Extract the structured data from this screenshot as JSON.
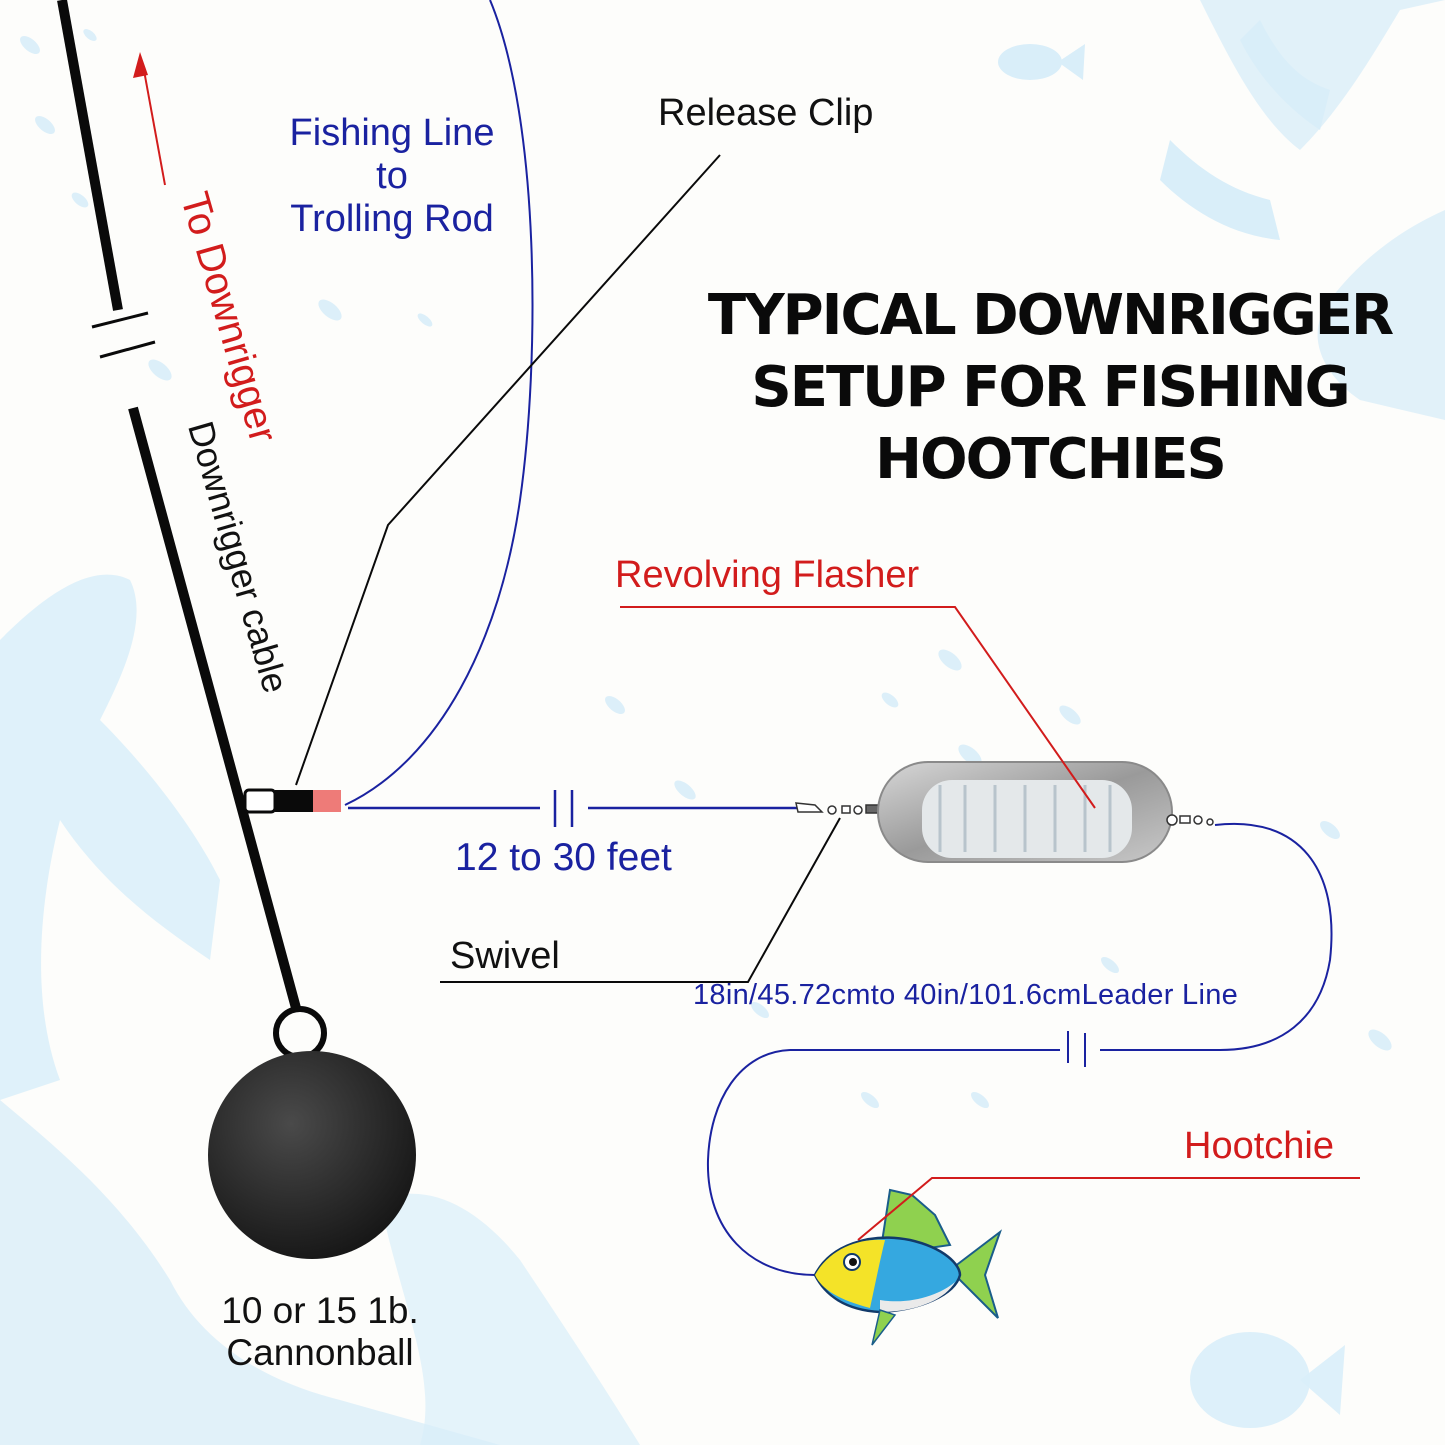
{
  "title": {
    "line1": "TYPICAL DOWNRIGGER",
    "line2": "SETUP FOR FISHING",
    "line3": "HOOTCHIES"
  },
  "labels": {
    "release_clip": "Release Clip",
    "fishing_line_1": "Fishing Line",
    "fishing_line_2": "to",
    "fishing_line_3": "Trolling Rod",
    "to_downrigger": "To Downrigger",
    "downrigger_cable": "Downrigger cable",
    "distance": "12 to 30 feet",
    "swivel": "Swivel",
    "revolving_flasher": "Revolving Flasher",
    "leader_line": "18in/45.72cmto 40in/101.6cmLeader Line",
    "hootchie": "Hootchie",
    "cannonball_1": "10 or 15 1b.",
    "cannonball_2": "Cannonball"
  },
  "colors": {
    "fishing_line_blue": "#1a22a0",
    "callout_red": "#d21c1c",
    "cable_black": "#0a0a0a",
    "background_coral": "#d6ecf8",
    "clip_pink": "#ee7b78"
  }
}
